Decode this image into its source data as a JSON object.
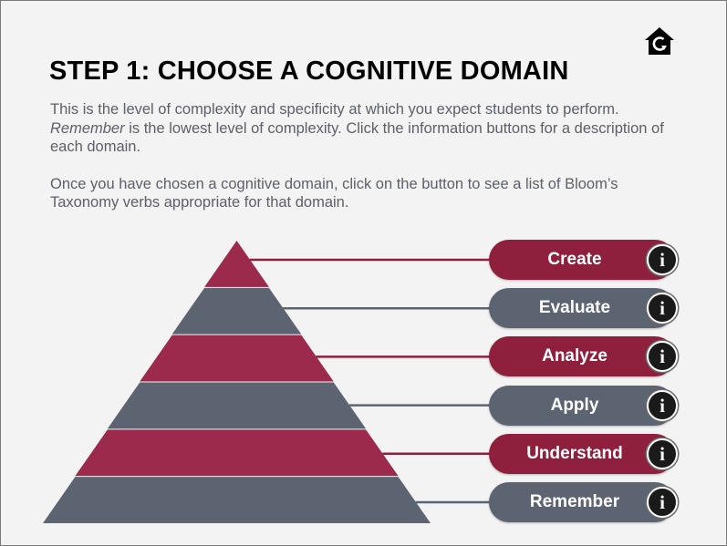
{
  "header": {
    "title": "STEP 1: CHOOSE A COGNITIVE DOMAIN",
    "home_icon": "home-refresh-icon"
  },
  "intro": {
    "paragraph1_emphasis": "Remember",
    "paragraph1_start": "This is the level of complexity and specificity at which you expect students to perform.",
    "paragraph1_end": " is the lowest level of complexity. Click the information buttons for a description of each domain.",
    "paragraph2": "Once you have chosen a cognitive domain, click on the button to see a list of Bloom’s Taxonomy verbs appropriate for that domain."
  },
  "colors": {
    "red": "#8e1f3d",
    "pyramid_red": "#9b2a4c",
    "gray": "#5b6470",
    "text": "#5e6068"
  },
  "levels": [
    {
      "label": "Create",
      "color": "red",
      "info": "i"
    },
    {
      "label": "Evaluate",
      "color": "gray",
      "info": "i"
    },
    {
      "label": "Analyze",
      "color": "red",
      "info": "i"
    },
    {
      "label": "Apply",
      "color": "gray",
      "info": "i"
    },
    {
      "label": "Understand",
      "color": "red",
      "info": "i"
    },
    {
      "label": "Remember",
      "color": "gray",
      "info": "i"
    }
  ]
}
